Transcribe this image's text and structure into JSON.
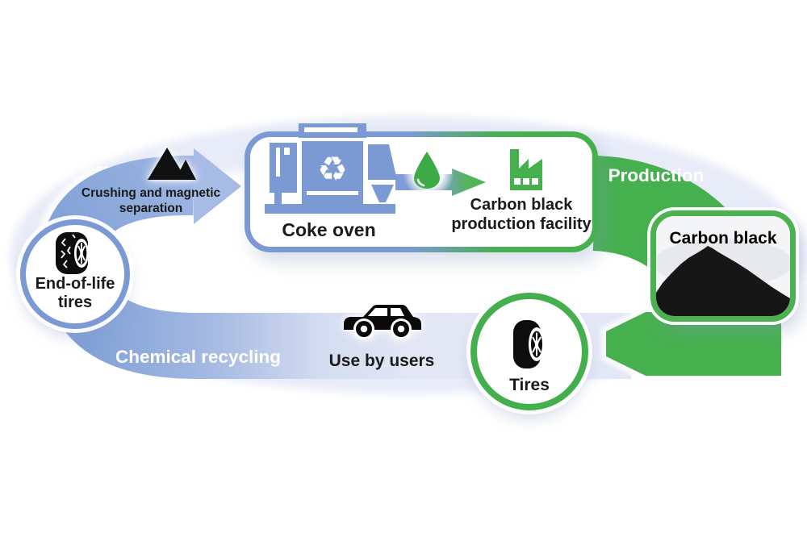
{
  "diagram": {
    "labels": {
      "end_of_life": {
        "line1": "End-of-life",
        "line2": "tires"
      },
      "crushing": {
        "line1": "Crushing and magnetic",
        "line2": "separation"
      },
      "coke_oven": "Coke oven",
      "facility": {
        "line1": "Carbon black",
        "line2": "production facility"
      },
      "production": "Production",
      "carbon_black": "Carbon black",
      "tires": "Tires",
      "use_by_users": "Use by users",
      "chemical_recycling": "Chemical recycling"
    },
    "icons": {
      "recycle_glyph": "♻",
      "names": [
        "worn-tire-icon",
        "crushed-piles-icon",
        "coke-oven-machine-icon",
        "recycle-symbol-icon",
        "oil-droplet-icon",
        "factory-icon",
        "car-icon",
        "tire-icon"
      ]
    },
    "colors": {
      "blue": "#7b9ad3",
      "band_blue_start": "#84a3d8",
      "pale_blue": "#e2e7f6",
      "green": "#46b04e",
      "text_dark": "#1a1a1a",
      "text_white": "#ffffff"
    }
  }
}
